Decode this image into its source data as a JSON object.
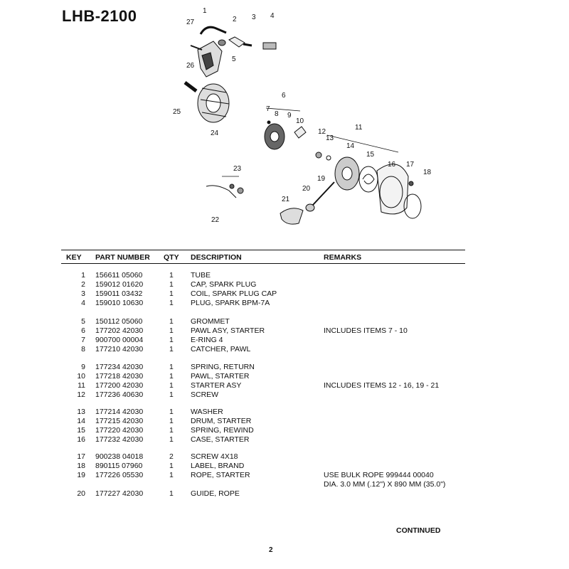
{
  "page": {
    "model": "LHB-2100",
    "continued": "CONTINUED",
    "page_number": "2"
  },
  "columns": {
    "key": "KEY",
    "part_number": "PART NUMBER",
    "qty": "QTY",
    "description": "DESCRIPTION",
    "remarks": "REMARKS"
  },
  "parts": [
    {
      "key": "1",
      "part_number": "156611 05060",
      "qty": "1",
      "description": "TUBE",
      "remarks": ""
    },
    {
      "key": "2",
      "part_number": "159012 01620",
      "qty": "1",
      "description": "CAP, SPARK PLUG",
      "remarks": ""
    },
    {
      "key": "3",
      "part_number": "159011 03432",
      "qty": "1",
      "description": "COIL, SPARK PLUG CAP",
      "remarks": ""
    },
    {
      "key": "4",
      "part_number": "159010 10630",
      "qty": "1",
      "description": "PLUG, SPARK BPM-7A",
      "remarks": ""
    },
    {
      "key": "5",
      "part_number": "150112 05060",
      "qty": "1",
      "description": "GROMMET",
      "remarks": ""
    },
    {
      "key": "6",
      "part_number": "177202 42030",
      "qty": "1",
      "description": "PAWL ASY, STARTER",
      "remarks": "INCLUDES ITEMS 7 - 10"
    },
    {
      "key": "7",
      "part_number": "900700 00004",
      "qty": "1",
      "description": "E-RING  4",
      "remarks": ""
    },
    {
      "key": "8",
      "part_number": "177210 42030",
      "qty": "1",
      "description": "CATCHER, PAWL",
      "remarks": ""
    },
    {
      "key": "9",
      "part_number": "177234 42030",
      "qty": "1",
      "description": "SPRING, RETURN",
      "remarks": ""
    },
    {
      "key": "10",
      "part_number": "177218 42030",
      "qty": "1",
      "description": "PAWL, STARTER",
      "remarks": ""
    },
    {
      "key": "11",
      "part_number": "177200 42030",
      "qty": "1",
      "description": "STARTER ASY",
      "remarks": "INCLUDES ITEMS 12 - 16, 19 - 21"
    },
    {
      "key": "12",
      "part_number": "177236 40630",
      "qty": "1",
      "description": "SCREW",
      "remarks": ""
    },
    {
      "key": "13",
      "part_number": "177214 42030",
      "qty": "1",
      "description": "WASHER",
      "remarks": ""
    },
    {
      "key": "14",
      "part_number": "177215 42030",
      "qty": "1",
      "description": "DRUM, STARTER",
      "remarks": ""
    },
    {
      "key": "15",
      "part_number": "177220 42030",
      "qty": "1",
      "description": "SPRING, REWIND",
      "remarks": ""
    },
    {
      "key": "16",
      "part_number": "177232 42030",
      "qty": "1",
      "description": "CASE, STARTER",
      "remarks": ""
    },
    {
      "key": "17",
      "part_number": "900238 04018",
      "qty": "2",
      "description": "SCREW  4X18",
      "remarks": ""
    },
    {
      "key": "18",
      "part_number": "890115 07960",
      "qty": "1",
      "description": "LABEL, BRAND",
      "remarks": ""
    },
    {
      "key": "19",
      "part_number": "177226 05530",
      "qty": "1",
      "description": "ROPE, STARTER",
      "remarks": "USE BULK ROPE 999444 00040"
    },
    {
      "key": "",
      "part_number": "",
      "qty": "",
      "description": "",
      "remarks": "DIA. 3.0 MM (.12\") X 890 MM (35.0\")"
    },
    {
      "key": "20",
      "part_number": "177227 42030",
      "qty": "1",
      "description": "GUIDE, ROPE",
      "remarks": ""
    }
  ],
  "diagram": {
    "callouts": [
      "1",
      "2",
      "3",
      "4",
      "5",
      "6",
      "7",
      "8",
      "9",
      "10",
      "11",
      "12",
      "13",
      "14",
      "15",
      "16",
      "17",
      "18",
      "19",
      "20",
      "21",
      "22",
      "23",
      "24",
      "25",
      "26",
      "27"
    ]
  }
}
